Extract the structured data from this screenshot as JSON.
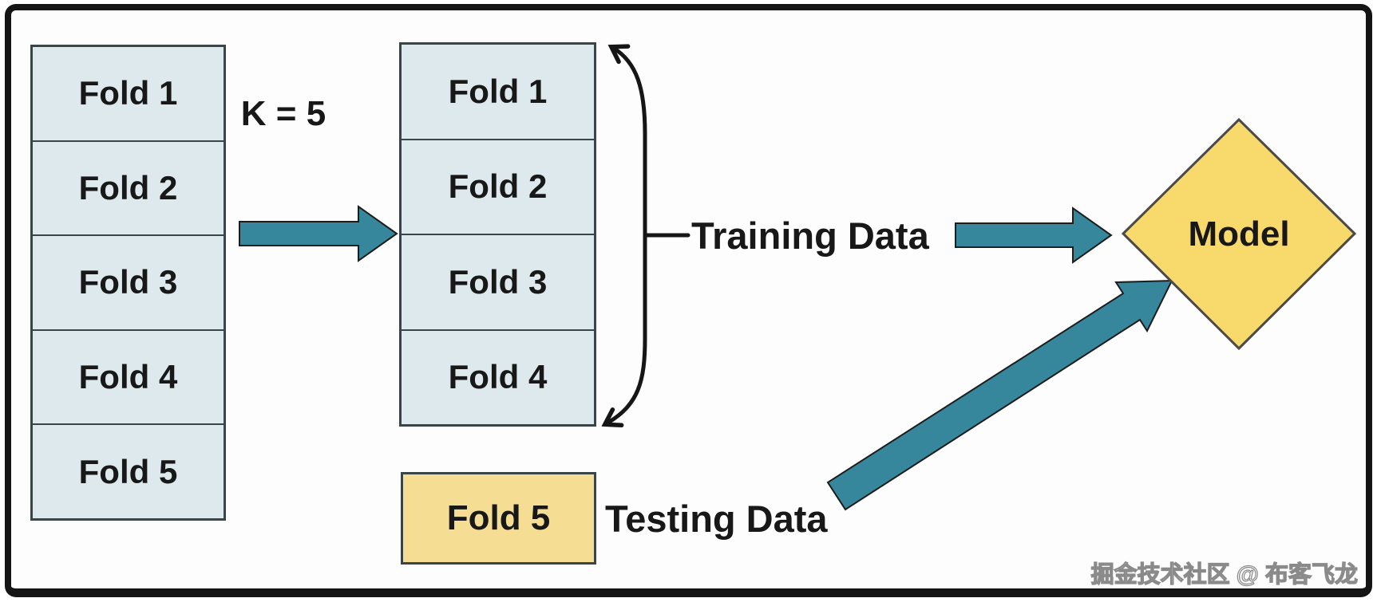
{
  "colors": {
    "fold_fill": "#DDE9EC",
    "stack_border": "#3A4547",
    "teal": "#37879C",
    "diamond_fill": "#F8D96C",
    "testing_fill": "#F6DD94",
    "frame": "#141414",
    "text": "#181818",
    "watermark_text": "#FFFFFF",
    "watermark_stroke": "#8A8A8A"
  },
  "k_label": "K = 5",
  "source_stack": {
    "folds": [
      "Fold 1",
      "Fold 2",
      "Fold 3",
      "Fold 4",
      "Fold 5"
    ]
  },
  "split_stack": {
    "folds": [
      "Fold 1",
      "Fold 2",
      "Fold 3",
      "Fold 4"
    ]
  },
  "training": {
    "label": "Training Data"
  },
  "testing": {
    "box_label": "Fold 5",
    "label": "Testing Data"
  },
  "model": {
    "label": "Model"
  },
  "watermark": "掘金技术社区 @ 布客飞龙"
}
